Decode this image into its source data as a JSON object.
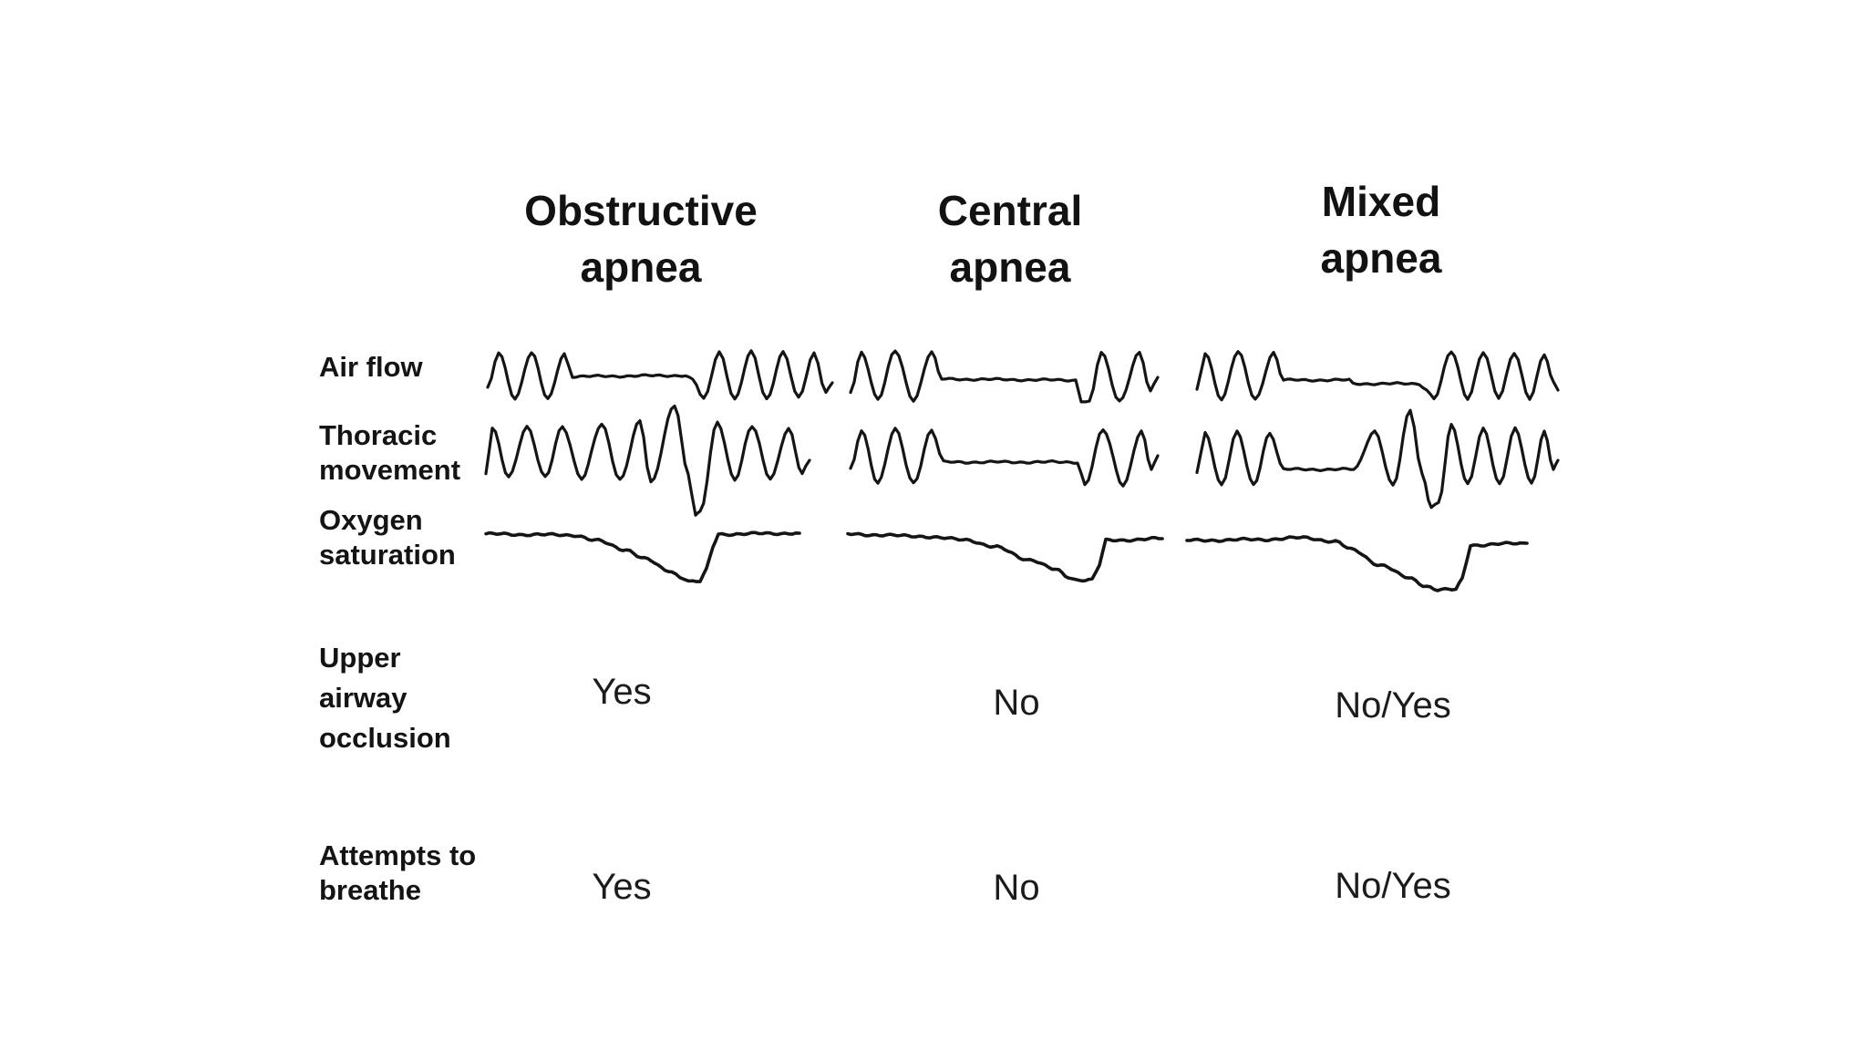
{
  "figure": {
    "columns": [
      {
        "title_line1": "Obstructive",
        "title_line2": "apnea",
        "occlusion_value": "Yes",
        "breathe_value": "Yes"
      },
      {
        "title_line1": "Central",
        "title_line2": "apnea",
        "occlusion_value": "No",
        "breathe_value": "No"
      },
      {
        "title_line1": "Mixed",
        "title_line2": "apnea",
        "occlusion_value": "No/Yes",
        "breathe_value": "No/Yes"
      }
    ],
    "rows": [
      {
        "lines": [
          "Air flow"
        ]
      },
      {
        "lines": [
          "Thoracic",
          "movement"
        ]
      },
      {
        "lines": [
          "Oxygen",
          "saturation"
        ]
      },
      {
        "lines": [
          "Upper",
          "airway",
          "occlusion"
        ]
      },
      {
        "lines": [
          "Attempts to",
          "breathe"
        ]
      }
    ]
  },
  "style": {
    "ink": "#151515",
    "wave_width": 3.2,
    "o2_width": 3.6
  },
  "traces": [
    {
      "name": "obstructive-air-flow",
      "kind": "wave",
      "jitter": 1.3,
      "seed": 1,
      "points": [
        [
          535,
          426
        ],
        [
          547,
          387
        ],
        [
          565,
          437
        ],
        [
          583,
          387
        ],
        [
          601,
          438
        ],
        [
          619,
          388
        ],
        [
          628,
          413
        ],
        [
          752,
          412
        ],
        [
          760,
          417
        ],
        [
          772,
          438
        ],
        [
          789,
          386
        ],
        [
          806,
          438
        ],
        [
          824,
          386
        ],
        [
          841,
          438
        ],
        [
          859,
          386
        ],
        [
          876,
          437
        ],
        [
          893,
          388
        ],
        [
          906,
          430
        ],
        [
          913,
          420
        ]
      ]
    },
    {
      "name": "central-air-flow",
      "kind": "wave",
      "jitter": 1.3,
      "seed": 2,
      "points": [
        [
          933,
          430
        ],
        [
          945,
          386
        ],
        [
          963,
          438
        ],
        [
          982,
          385
        ],
        [
          1002,
          439
        ],
        [
          1022,
          386
        ],
        [
          1033,
          416
        ],
        [
          1180,
          417
        ],
        [
          1186,
          440
        ],
        [
          1195,
          441
        ],
        [
          1208,
          387
        ],
        [
          1228,
          440
        ],
        [
          1250,
          387
        ],
        [
          1262,
          430
        ],
        [
          1270,
          414
        ]
      ]
    },
    {
      "name": "mixed-air-flow",
      "kind": "wave",
      "jitter": 1.3,
      "seed": 3,
      "points": [
        [
          1313,
          428
        ],
        [
          1322,
          387
        ],
        [
          1340,
          438
        ],
        [
          1358,
          386
        ],
        [
          1377,
          438
        ],
        [
          1397,
          387
        ],
        [
          1408,
          417
        ],
        [
          1480,
          417
        ],
        [
          1484,
          421
        ],
        [
          1557,
          421
        ],
        [
          1565,
          428
        ],
        [
          1573,
          437
        ],
        [
          1592,
          386
        ],
        [
          1610,
          437
        ],
        [
          1627,
          386
        ],
        [
          1644,
          437
        ],
        [
          1661,
          387
        ],
        [
          1678,
          437
        ],
        [
          1694,
          389
        ],
        [
          1704,
          420
        ],
        [
          1709,
          428
        ]
      ]
    },
    {
      "name": "obstructive-thoracic-movement",
      "kind": "wave",
      "jitter": 1.4,
      "seed": 4,
      "points": [
        [
          533,
          520
        ],
        [
          540,
          470
        ],
        [
          558,
          523
        ],
        [
          578,
          468
        ],
        [
          598,
          524
        ],
        [
          617,
          468
        ],
        [
          638,
          525
        ],
        [
          660,
          466
        ],
        [
          680,
          526
        ],
        [
          702,
          462
        ],
        [
          714,
          530
        ],
        [
          740,
          444
        ],
        [
          755,
          520
        ],
        [
          763,
          566
        ],
        [
          768,
          562
        ],
        [
          787,
          463
        ],
        [
          806,
          526
        ],
        [
          825,
          468
        ],
        [
          845,
          525
        ],
        [
          865,
          470
        ],
        [
          880,
          520
        ],
        [
          888,
          505
        ]
      ]
    },
    {
      "name": "central-thoracic-movement",
      "kind": "wave",
      "jitter": 1.4,
      "seed": 5,
      "points": [
        [
          933,
          515
        ],
        [
          945,
          472
        ],
        [
          963,
          530
        ],
        [
          982,
          471
        ],
        [
          1002,
          530
        ],
        [
          1022,
          472
        ],
        [
          1035,
          507
        ],
        [
          1182,
          507
        ],
        [
          1190,
          532
        ],
        [
          1210,
          472
        ],
        [
          1232,
          532
        ],
        [
          1252,
          473
        ],
        [
          1263,
          515
        ],
        [
          1270,
          500
        ]
      ]
    },
    {
      "name": "mixed-thoracic-movement",
      "kind": "wave",
      "jitter": 1.4,
      "seed": 6,
      "points": [
        [
          1313,
          518
        ],
        [
          1322,
          475
        ],
        [
          1340,
          532
        ],
        [
          1357,
          474
        ],
        [
          1375,
          532
        ],
        [
          1393,
          475
        ],
        [
          1408,
          515
        ],
        [
          1485,
          515
        ],
        [
          1508,
          473
        ],
        [
          1528,
          533
        ],
        [
          1547,
          450
        ],
        [
          1560,
          520
        ],
        [
          1570,
          556
        ],
        [
          1578,
          552
        ],
        [
          1592,
          467
        ],
        [
          1610,
          531
        ],
        [
          1627,
          470
        ],
        [
          1645,
          532
        ],
        [
          1662,
          470
        ],
        [
          1680,
          530
        ],
        [
          1694,
          474
        ],
        [
          1704,
          515
        ],
        [
          1709,
          505
        ]
      ]
    },
    {
      "name": "obstructive-oxygen-saturation",
      "kind": "o2",
      "jitter": 1.6,
      "seed": 7,
      "points": [
        [
          533,
          586
        ],
        [
          630,
          587
        ],
        [
          653,
          593
        ],
        [
          687,
          603
        ],
        [
          707,
          613
        ],
        [
          733,
          626
        ],
        [
          750,
          634
        ],
        [
          756,
          638
        ],
        [
          768,
          638
        ],
        [
          775,
          625
        ],
        [
          782,
          600
        ],
        [
          788,
          586
        ],
        [
          877,
          585
        ]
      ]
    },
    {
      "name": "central-oxygen-saturation",
      "kind": "o2",
      "jitter": 1.6,
      "seed": 8,
      "points": [
        [
          930,
          586
        ],
        [
          1000,
          588
        ],
        [
          1060,
          592
        ],
        [
          1090,
          600
        ],
        [
          1130,
          614
        ],
        [
          1158,
          625
        ],
        [
          1172,
          633
        ],
        [
          1180,
          636
        ],
        [
          1198,
          636
        ],
        [
          1206,
          620
        ],
        [
          1213,
          593
        ],
        [
          1275,
          591
        ]
      ]
    },
    {
      "name": "mixed-oxygen-saturation",
      "kind": "o2",
      "jitter": 1.6,
      "seed": 9,
      "points": [
        [
          1302,
          593
        ],
        [
          1380,
          592
        ],
        [
          1430,
          590
        ],
        [
          1465,
          594
        ],
        [
          1482,
          603
        ],
        [
          1515,
          620
        ],
        [
          1545,
          634
        ],
        [
          1565,
          643
        ],
        [
          1577,
          647
        ],
        [
          1597,
          647
        ],
        [
          1604,
          635
        ],
        [
          1613,
          598
        ],
        [
          1675,
          596
        ]
      ]
    }
  ]
}
